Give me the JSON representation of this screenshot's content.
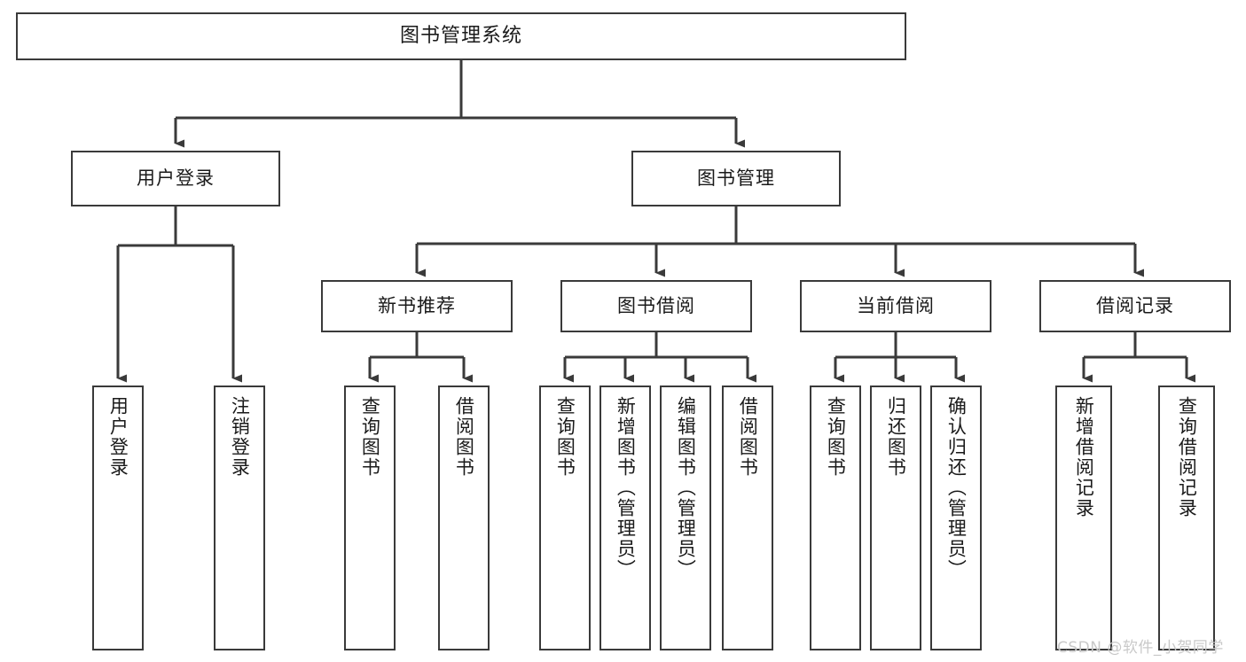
{
  "diagram": {
    "title": "图书管理系统",
    "type": "tree-hierarchy-chart",
    "watermark": "CSDN @软件_小贺同学",
    "colors": {
      "box_border": "#3a3a3a",
      "box_fill": "#ffffff",
      "connector": "#3a3a3a",
      "text": "#1a1a1a",
      "watermark": "#c9c9c9",
      "background": "#ffffff"
    },
    "nodes": {
      "root": {
        "label": "图书管理系统"
      },
      "level2": [
        {
          "id": "user-login",
          "label": "用户登录"
        },
        {
          "id": "book-management",
          "label": "图书管理"
        }
      ],
      "level3": [
        {
          "id": "new-book-recommend",
          "label": "新书推荐"
        },
        {
          "id": "book-borrow",
          "label": "图书借阅"
        },
        {
          "id": "current-borrow",
          "label": "当前借阅"
        },
        {
          "id": "borrow-record",
          "label": "借阅记录"
        }
      ],
      "leaves": {
        "user_login": [
          {
            "id": "leaf-user-login",
            "label": "用户登录"
          },
          {
            "id": "leaf-user-logout",
            "label": "注销登录"
          }
        ],
        "new_book_recommend": [
          {
            "id": "leaf-query-book-1",
            "label": "查询图书"
          },
          {
            "id": "leaf-borrow-book-1",
            "label": "借阅图书"
          }
        ],
        "book_borrow": [
          {
            "id": "leaf-query-book-2",
            "label": "查询图书"
          },
          {
            "id": "leaf-add-book",
            "label": "新增图书（管理员）"
          },
          {
            "id": "leaf-edit-book",
            "label": "编辑图书（管理员）"
          },
          {
            "id": "leaf-borrow-book-2",
            "label": "借阅图书"
          }
        ],
        "current_borrow": [
          {
            "id": "leaf-query-book-3",
            "label": "查询图书"
          },
          {
            "id": "leaf-return-book",
            "label": "归还图书"
          },
          {
            "id": "leaf-confirm-return",
            "label": "确认归还（管理员）"
          }
        ],
        "borrow_record": [
          {
            "id": "leaf-add-record",
            "label": "新增借阅记录"
          },
          {
            "id": "leaf-query-record",
            "label": "查询借阅记录"
          }
        ]
      }
    }
  }
}
